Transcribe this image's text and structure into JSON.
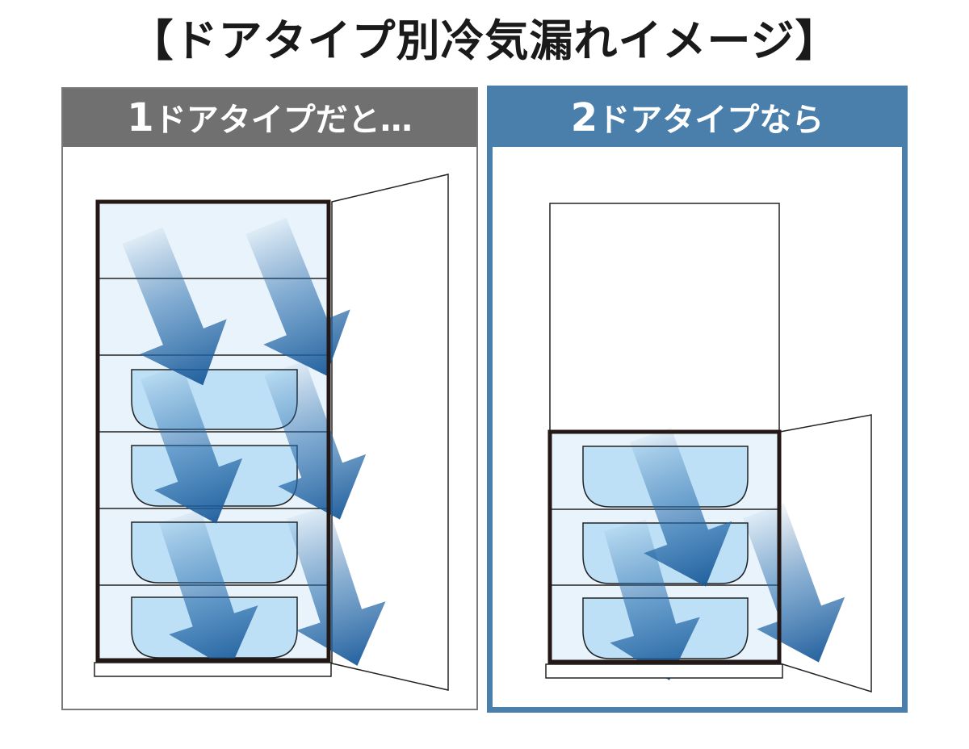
{
  "title": "【ドアタイプ別冷気漏れイメージ】",
  "colors": {
    "left_header": "#707070",
    "right_accent": "#4a7fab",
    "interior_fill": "#e8f3fb",
    "container_fill": "#bde0f6",
    "arrow_dark": "#1f5f9e"
  },
  "panels": {
    "left": {
      "number": "1",
      "label": "ドアタイプだと…"
    },
    "right": {
      "number": "2",
      "label": "ドアタイプなら"
    }
  }
}
